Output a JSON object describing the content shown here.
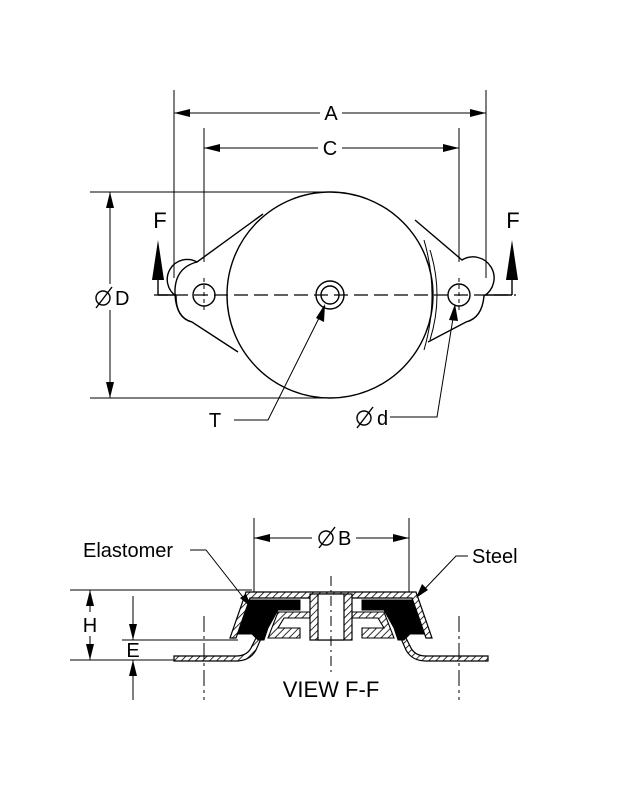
{
  "top_view": {
    "dimensions": {
      "A": "A",
      "C": "C",
      "D": "D",
      "T": "T",
      "d": "d"
    },
    "section_arrows": {
      "left": "F",
      "right": "F"
    }
  },
  "section_view": {
    "dimensions": {
      "B": "B",
      "H": "H",
      "E": "E"
    },
    "callouts": {
      "elastomer": "Elastomer",
      "steel": "Steel"
    },
    "caption": "VIEW F-F"
  },
  "colors": {
    "line": "#000000",
    "background": "#ffffff"
  }
}
